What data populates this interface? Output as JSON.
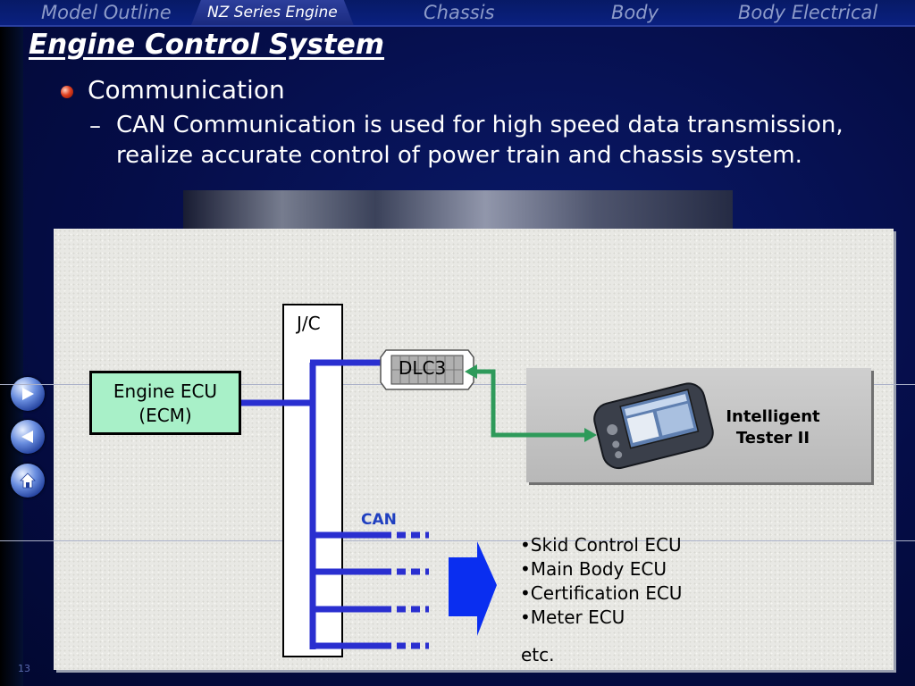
{
  "nav": {
    "tabs": [
      {
        "label": "Model Outline",
        "active": false
      },
      {
        "label": "NZ Series Engine",
        "active": true
      },
      {
        "label": "Chassis",
        "active": false
      },
      {
        "label": "Body",
        "active": false
      },
      {
        "label": "Body Electrical",
        "active": false
      }
    ]
  },
  "slide": {
    "title": "Engine Control System",
    "heading": "Communication",
    "dash": "–",
    "body": "CAN Communication is used for high speed data transmission, realize accurate control of power train and chassis system.",
    "page_number": "13"
  },
  "diagram": {
    "jc_label": "J/C",
    "ecu_line1": "Engine ECU",
    "ecu_line2": "(ECM)",
    "dlc_label": "DLC3",
    "tester_line1": "Intelligent",
    "tester_line2": "Tester II",
    "can_label": "CAN",
    "ecu_list": [
      "•Skid Control ECU",
      "•Main Body ECU",
      "•Certification ECU",
      "•Meter ECU"
    ],
    "etc": "etc."
  },
  "side_buttons": [
    {
      "icon": "arrow-right-icon"
    },
    {
      "icon": "arrow-left-icon"
    },
    {
      "icon": "home-icon"
    }
  ],
  "colors": {
    "background": "#050d48",
    "bus_line": "#2a2fd0",
    "tester_link": "#2e9a5a",
    "ecu_fill": "#a8f0c8",
    "can_text": "#2040c0"
  }
}
